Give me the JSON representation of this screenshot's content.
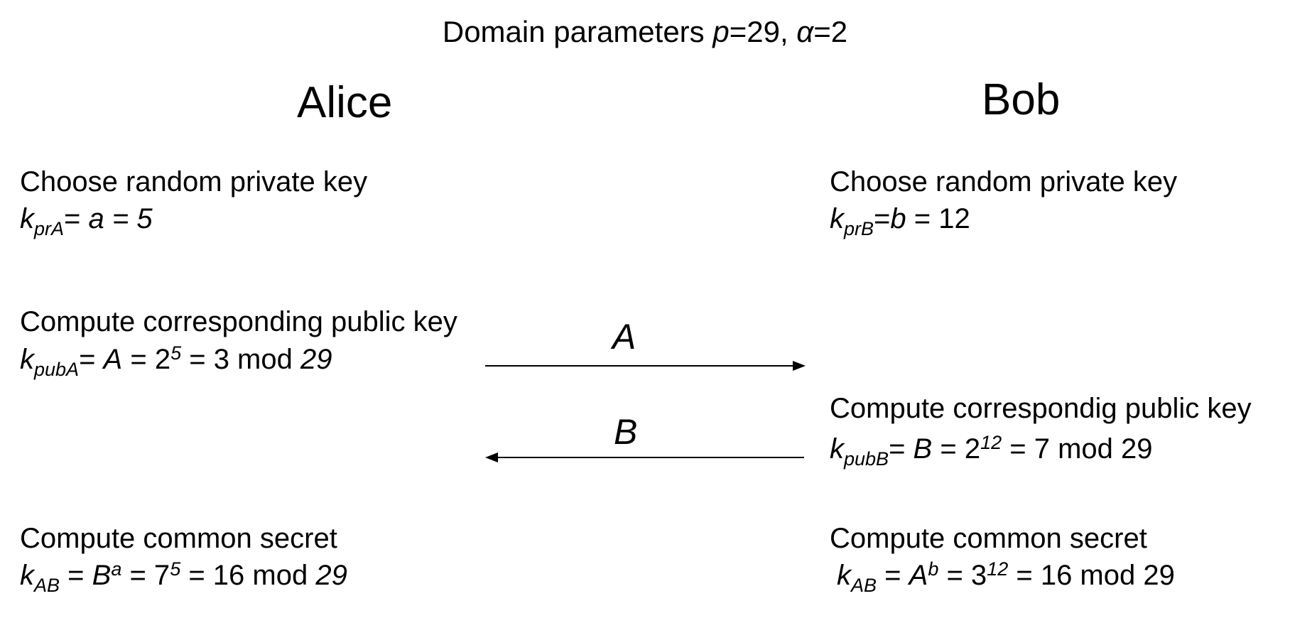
{
  "header": {
    "prefix": "Domain parameters ",
    "p_sym": "p",
    "p_val": "=29, ",
    "alpha_sym": "α",
    "alpha_val": "=2"
  },
  "alice": {
    "name": "Alice",
    "step1": {
      "label": "Choose random private key",
      "k": "k",
      "sub": "prA",
      "eq": "= ",
      "var": "a = 5"
    },
    "step2": {
      "label": "Compute corresponding public key",
      "k": "k",
      "sub": "pubA",
      "eq": "= ",
      "var": "A",
      "mid": " = 2",
      "sup": "5",
      "tail": " = 3 mod ",
      "mod": "29"
    },
    "step3": {
      "label": "Compute common secret",
      "k": "k",
      "sub": "AB",
      "eq": " = ",
      "var": "B",
      "sup1": "a",
      "mid": " = 7",
      "sup2": "5",
      "tail": "  = 16 mod ",
      "mod": "29"
    }
  },
  "bob": {
    "name": "Bob",
    "step1": {
      "label": "Choose random private key",
      "k": "k",
      "sub": "prB",
      "eq": "=",
      "var": "b",
      "tail": " = 12"
    },
    "step2": {
      "label": "Compute correspondig public key",
      "k": "k",
      "sub": "pubB",
      "eq": "= ",
      "var": "B",
      "mid": " = 2",
      "sup": "12",
      "tail": " = 7 mod 29"
    },
    "step3": {
      "label": "Compute common secret",
      "k": "k",
      "sub": "AB",
      "eq": " = ",
      "var": "A",
      "sup1": "b",
      "mid": " = 3",
      "sup2": "12",
      "tail": " = 16 mod 29"
    }
  },
  "messages": {
    "to_bob": "A",
    "to_alice": "B"
  }
}
